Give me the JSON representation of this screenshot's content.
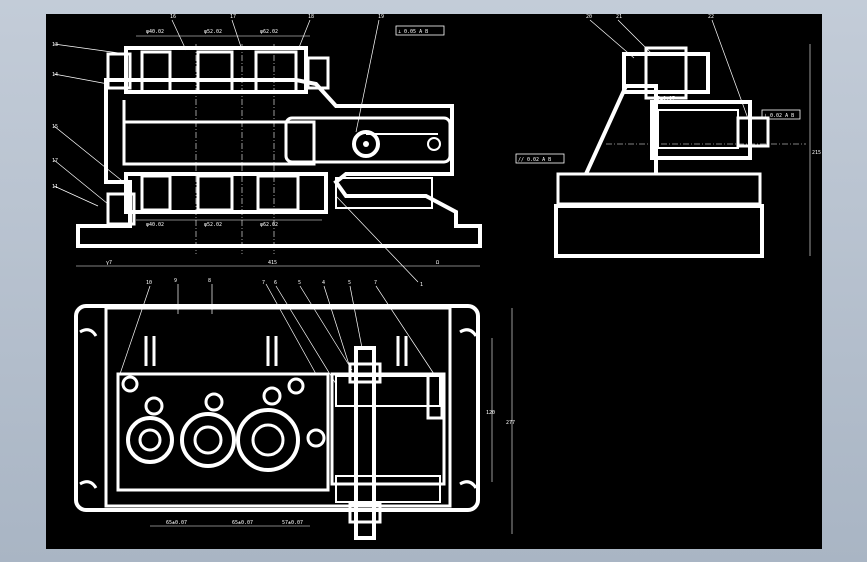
{
  "balloons": {
    "b1": "13",
    "b2": "14",
    "b3": "15",
    "b4": "17",
    "b5": "11",
    "b6": "16",
    "b7": "17",
    "b8": "18",
    "b9": "19",
    "b10": "20",
    "b11": "21",
    "b12": "22",
    "b13": "10",
    "b14": "9",
    "b15": "8",
    "b16": "7",
    "b17": "6",
    "b18": "5",
    "b19": "4",
    "b20": "5",
    "b21": "7",
    "b22": "1"
  },
  "dimensions": {
    "front_top_1": "φ40.02",
    "front_top_2": "φ52.02",
    "front_top_3": "φ62.02",
    "front_bot_1": "φ40.02",
    "front_bot_2": "φ52.02",
    "front_bot_3": "φ62.02",
    "front_total": "415",
    "front_left": "γ7",
    "front_right": "Ω",
    "tol_top": "⊥ 0.05 A B",
    "side_tol_1": "⊥ 0.02 A B",
    "side_tol_2": "// 0.02 A B",
    "side_height": "215",
    "side_dim_a": "55±0.07",
    "plan_dim_1": "65±0.07",
    "plan_dim_2": "65±0.07",
    "plan_dim_3": "57±0.07",
    "plan_height": "120",
    "plan_total": "277"
  }
}
